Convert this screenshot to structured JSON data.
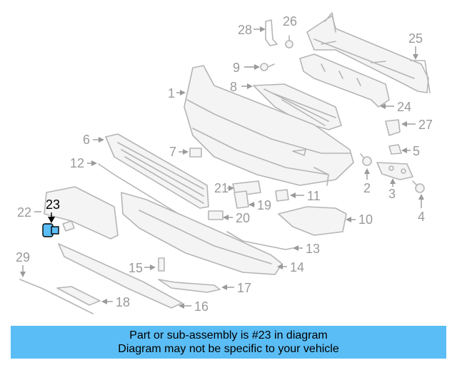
{
  "diagram": {
    "highlight_part": "23",
    "highlight_color": "#5bbdf5",
    "part_numbers": [
      "1",
      "2",
      "3",
      "4",
      "5",
      "6",
      "7",
      "8",
      "9",
      "10",
      "11",
      "12",
      "13",
      "14",
      "15",
      "16",
      "17",
      "18",
      "19",
      "20",
      "21",
      "22",
      "23",
      "24",
      "25",
      "26",
      "27",
      "28",
      "29"
    ]
  },
  "banner": {
    "line1": "Part or sub-assembly is #23 in diagram",
    "line2": "Diagram may not be specific to your vehicle",
    "background": "#5bbdf5"
  }
}
